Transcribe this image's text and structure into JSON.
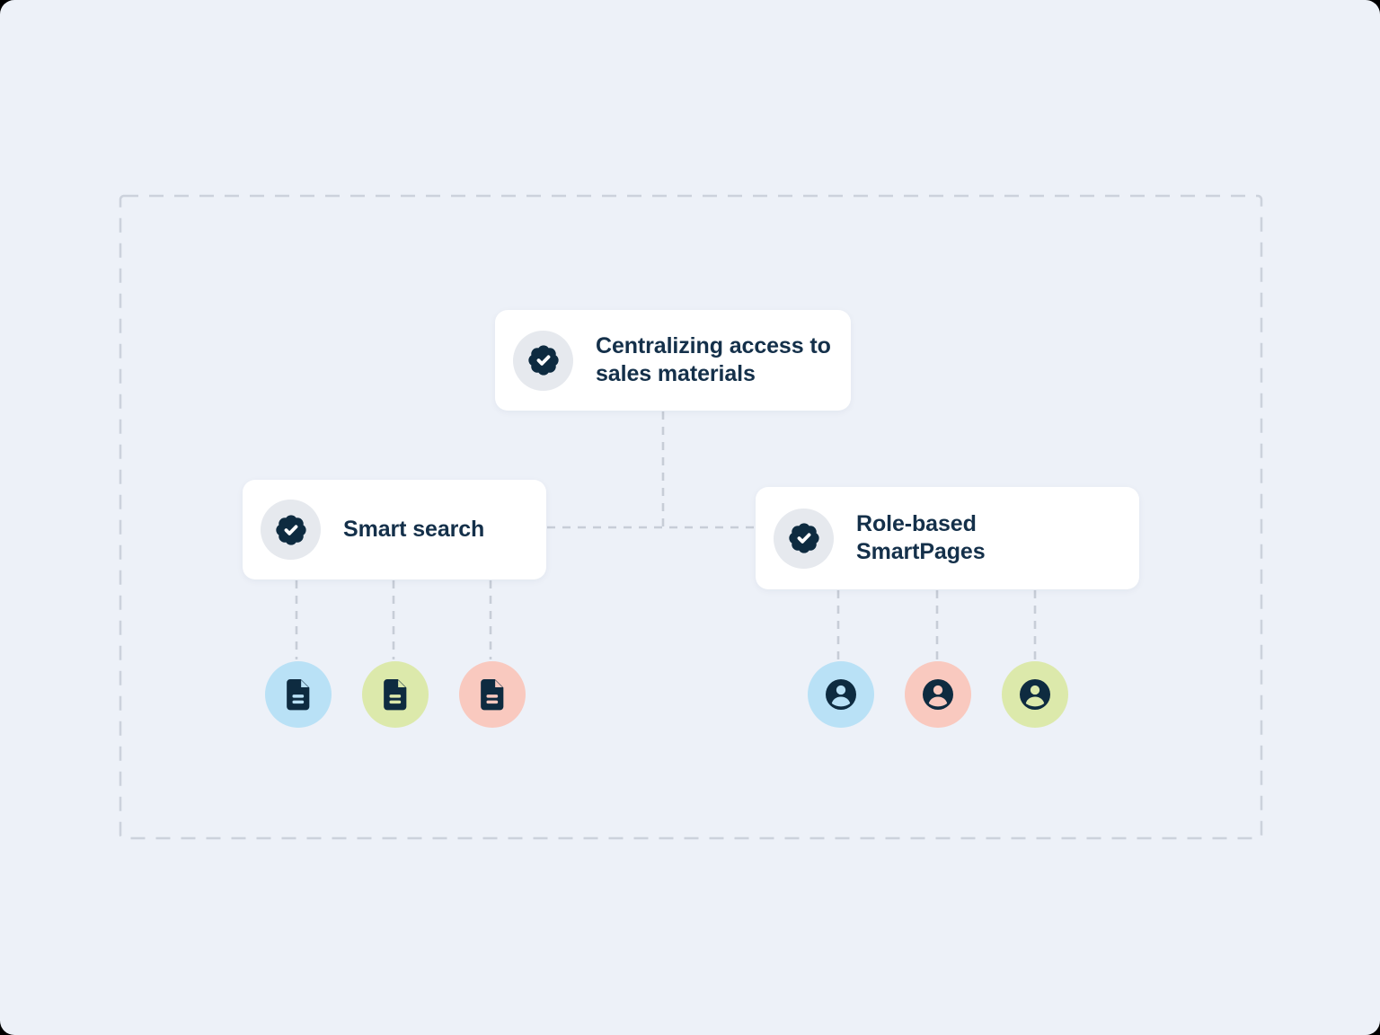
{
  "diagram": {
    "root": {
      "label": "Centralizing access to sales materials",
      "icon": "badge-check-icon"
    },
    "children": [
      {
        "label": "Smart search",
        "icon": "badge-check-icon",
        "leaves": [
          {
            "icon": "document-icon",
            "color": "#b9e1f6"
          },
          {
            "icon": "document-icon",
            "color": "#dce9ab"
          },
          {
            "icon": "document-icon",
            "color": "#f9c9bf"
          }
        ]
      },
      {
        "label": "Role-based SmartPages",
        "icon": "badge-check-icon",
        "leaves": [
          {
            "icon": "user-icon",
            "color": "#b9e1f6"
          },
          {
            "icon": "user-icon",
            "color": "#f9c9bf"
          },
          {
            "icon": "user-icon",
            "color": "#dce9ab"
          }
        ]
      }
    ],
    "colors": {
      "background": "#edf1f8",
      "card_background": "#ffffff",
      "icon_navy": "#0e2b40",
      "text": "#14304a",
      "icon_circle_gray": "#e6e9ee",
      "dashed_line": "#c9cfd9",
      "leaf_blue": "#b9e1f6",
      "leaf_green": "#dce9ab",
      "leaf_pink": "#f9c9bf"
    }
  }
}
